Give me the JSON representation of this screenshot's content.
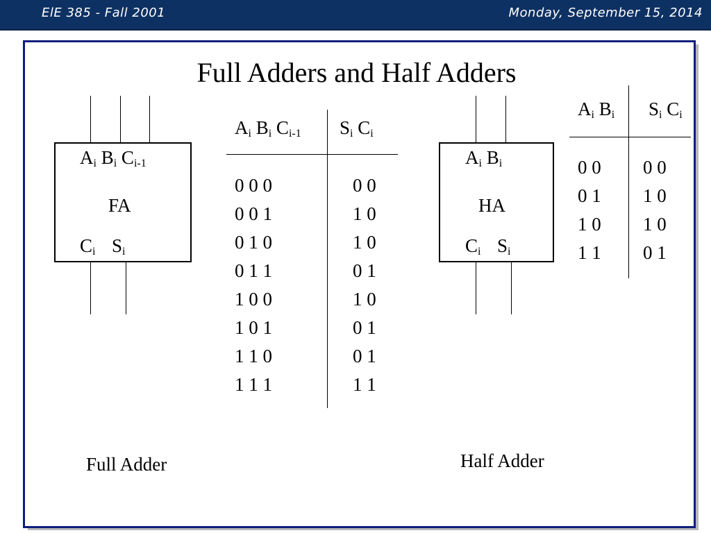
{
  "header": {
    "course": "ElE 385  - Fall 2001",
    "date": "Monday, September 15, 2014"
  },
  "slide": {
    "title": "Full Adders and Half Adders",
    "full_adder": {
      "box_in_a": "A",
      "box_in_a_sub": "i",
      "box_in_b": "B",
      "box_in_b_sub": "i",
      "box_in_c": "C",
      "box_in_c_sub": "i-1",
      "box_label": "FA",
      "box_out_c": "C",
      "box_out_c_sub": "i",
      "box_out_s": "S",
      "box_out_s_sub": "i",
      "caption": "Full Adder",
      "table": {
        "h_a": "A",
        "h_a_sub": "i",
        "h_b": "B",
        "h_b_sub": "i",
        "h_c": "C",
        "h_c_sub": "i-1",
        "h_s": "S",
        "h_s_sub": "i",
        "h_co": "C",
        "h_co_sub": "i",
        "inputs": [
          "0 0 0",
          "0 0 1",
          "0 1 0",
          "0 1 1",
          "1 0 0",
          "1 0 1",
          "1 1 0",
          "1 1 1"
        ],
        "outputs": [
          "0 0",
          "1 0",
          "1 0",
          "0 1",
          "1 0",
          "0 1",
          "0 1",
          "1 1"
        ]
      }
    },
    "half_adder": {
      "box_in_a": "A",
      "box_in_a_sub": "i",
      "box_in_b": "B",
      "box_in_b_sub": "i",
      "box_label": "HA",
      "box_out_c": "C",
      "box_out_c_sub": "i",
      "box_out_s": "S",
      "box_out_s_sub": "i",
      "caption": "Half Adder",
      "table": {
        "h_a": "A",
        "h_a_sub": "i",
        "h_b": "B",
        "h_b_sub": "i",
        "h_s": "S",
        "h_s_sub": "i",
        "h_c": "C",
        "h_c_sub": "i",
        "inputs": [
          "0 0",
          "0 1",
          "1 0",
          "1 1"
        ],
        "outputs": [
          "0 0",
          "1 0",
          "1 0",
          "0 1"
        ]
      }
    }
  },
  "colors": {
    "header_bg": "#0e3163",
    "frame_border": "#0d1e7a",
    "shadow": "#b7b7b7"
  }
}
